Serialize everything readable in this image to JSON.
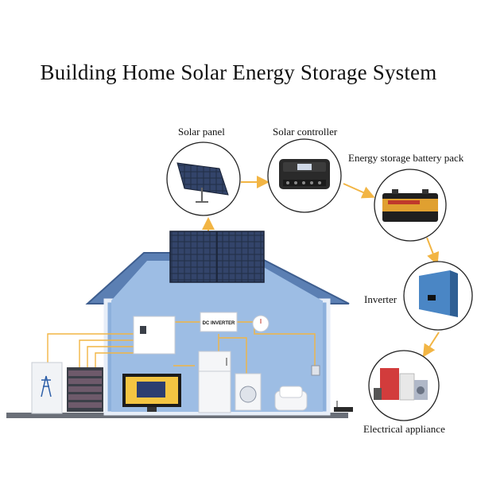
{
  "title": "Building Home Solar Energy Storage System",
  "components": {
    "solar_panel": "Solar panel",
    "solar_controller": "Solar controller",
    "battery_pack": "Energy storage battery pack",
    "inverter": "Inverter",
    "appliance": "Electrical appliance"
  },
  "house": {
    "dc_inverter_label": "DC INVERTER"
  },
  "colors": {
    "arrow": "#f2b544",
    "house_wall": "#7fa6d6",
    "house_interior": "#9dbde4",
    "roof": "#5b7fb3"
  }
}
